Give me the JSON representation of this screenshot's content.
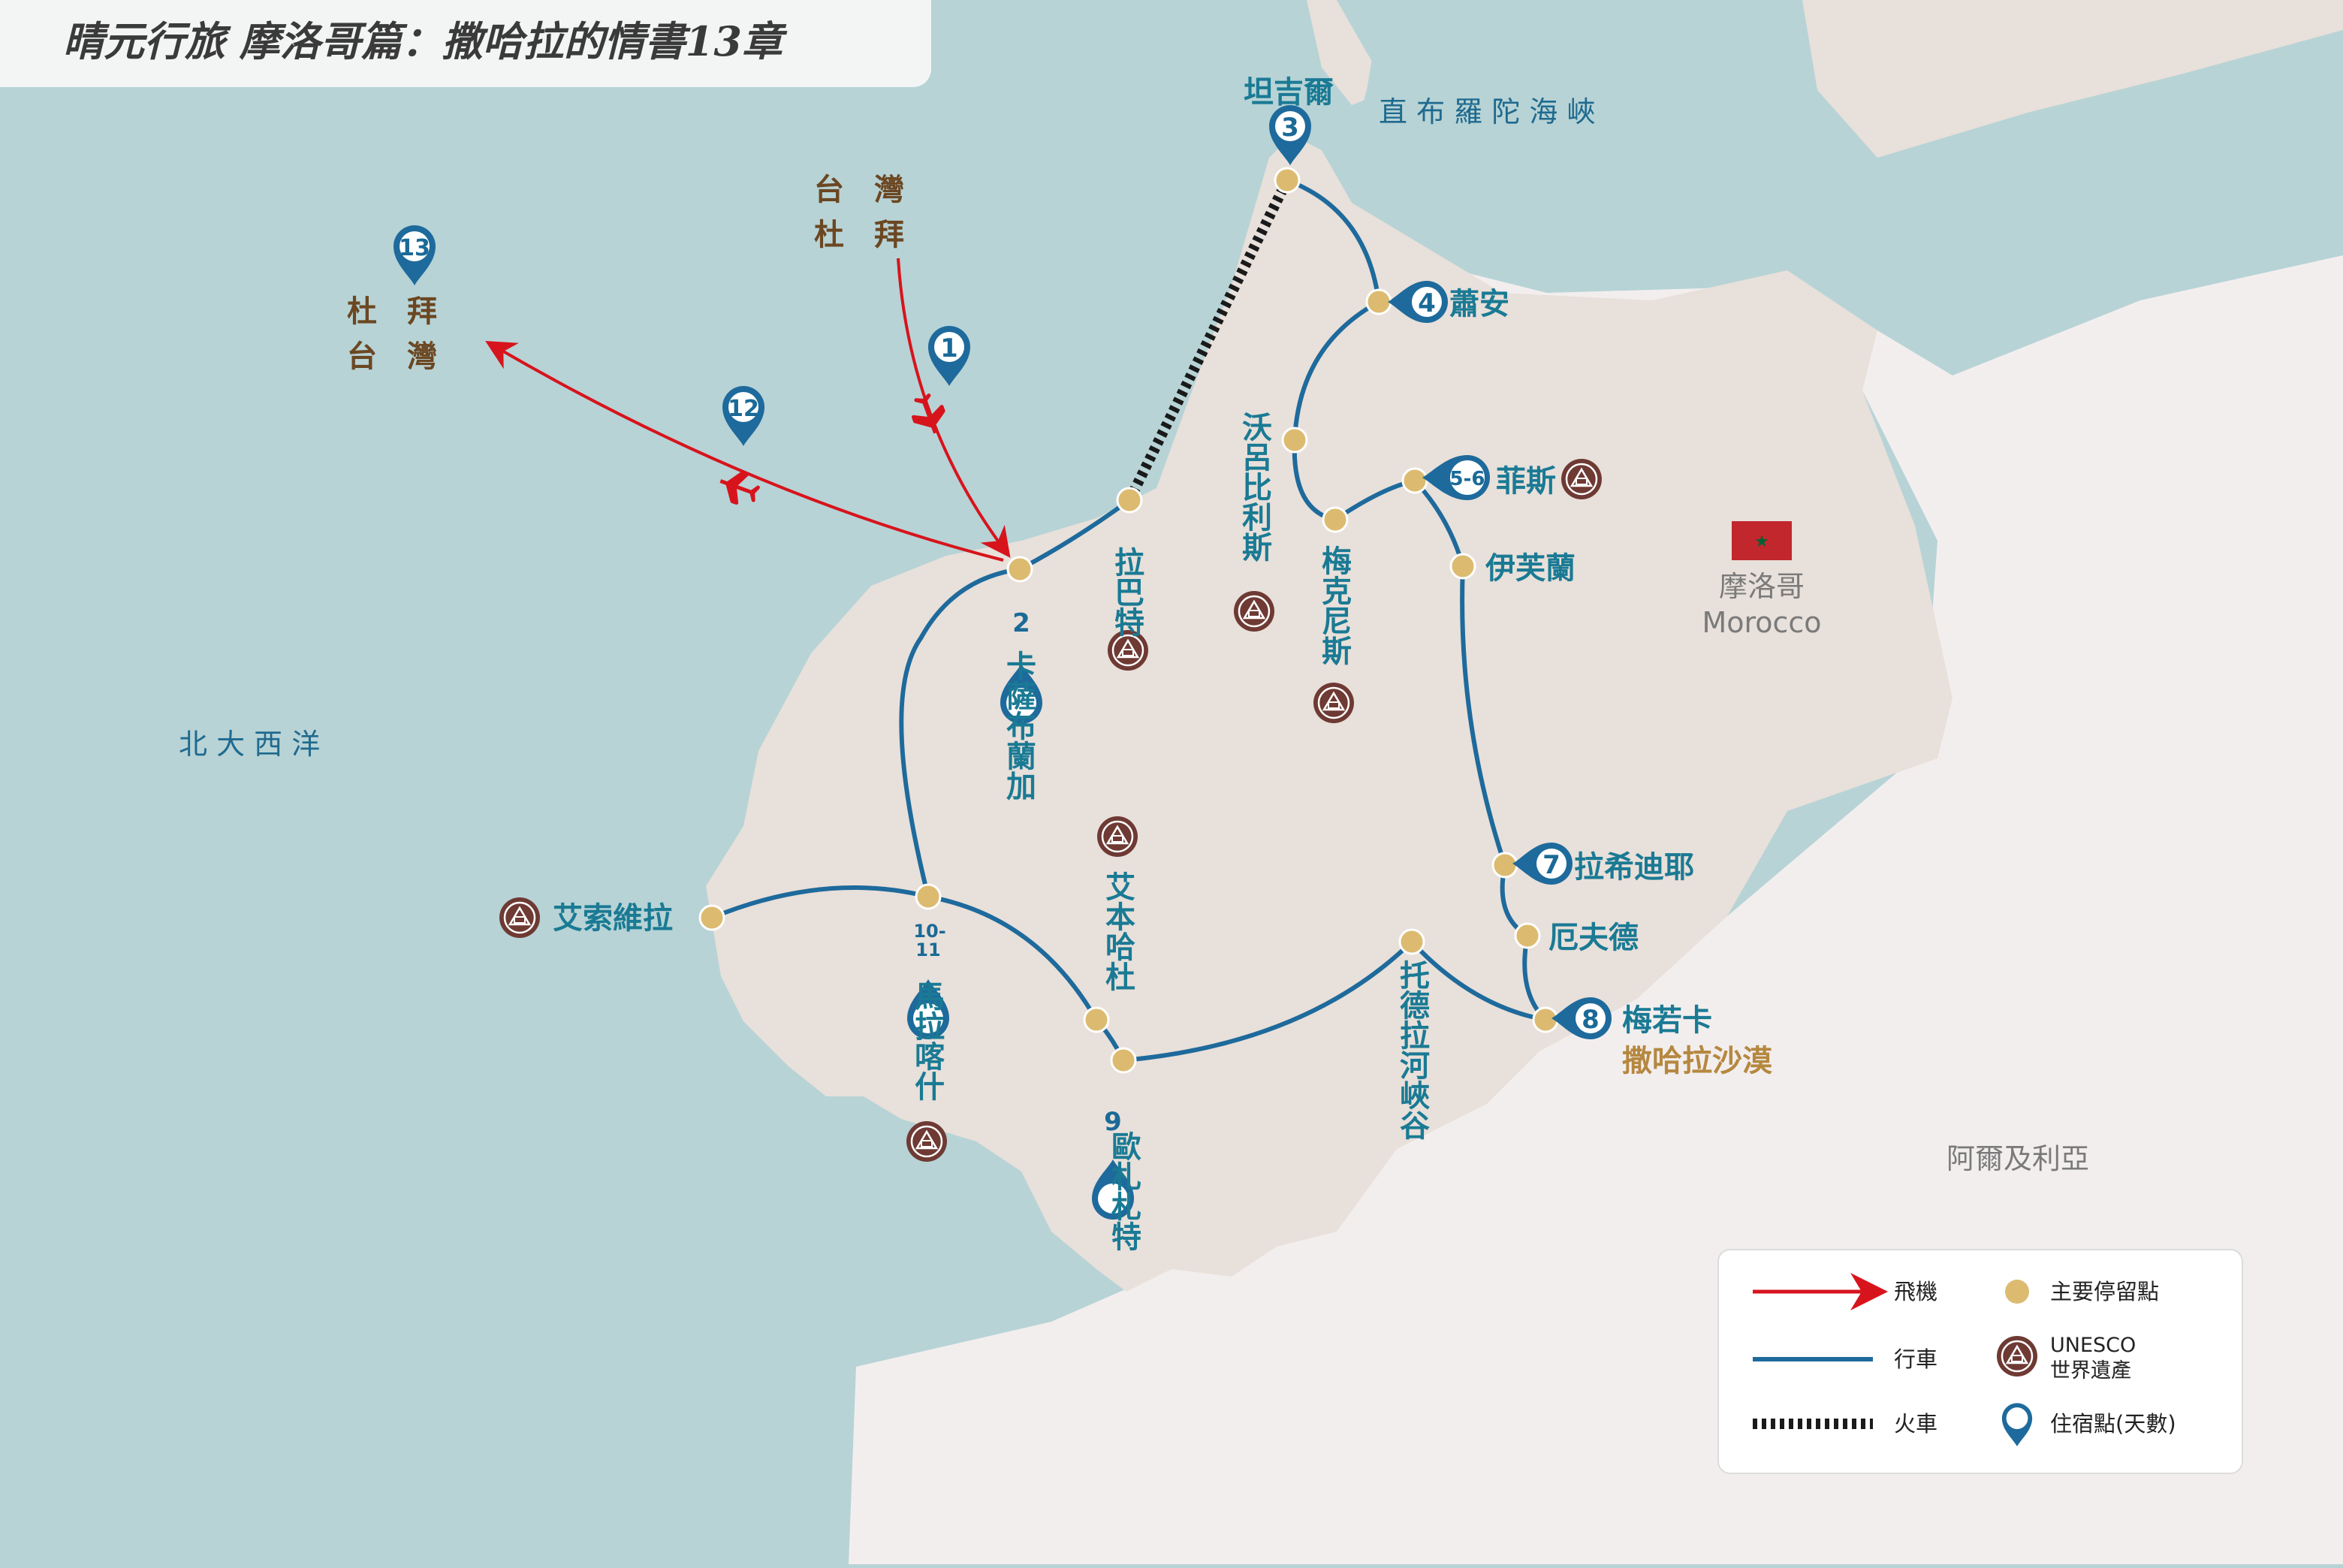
{
  "title": "晴元行旅 摩洛哥篇：撒哈拉的情書13章",
  "colors": {
    "sea": "#b7d3d6",
    "land": "#e8e0da",
    "neighbor": "#f3eeee",
    "route": "#1e6a9c",
    "flight": "#d7141c",
    "stop": "#dcbb70",
    "teal_text": "#1a7a94",
    "brown_text": "#6b4722",
    "flag_red": "#c1272d",
    "flag_green": "#006233"
  },
  "seas": {
    "strait": "直 布 羅 陀 海 峽",
    "atlantic": "北 大 西 洋"
  },
  "country": {
    "name_zh": "摩洛哥",
    "name_en": "Morocco"
  },
  "neighbor": "阿爾及利亞",
  "cities": {
    "tangier": "坦吉爾",
    "chefchaouen": "蕭安",
    "volubilis": "沃呂比利斯",
    "fes": "菲斯",
    "meknes": "梅克尼斯",
    "ifrane": "伊芙蘭",
    "rabat": "拉巴特",
    "casablanca": "卡薩布蘭加",
    "rissani": "拉希迪耶",
    "erfoud": "厄夫德",
    "merzouga": "梅若卡",
    "sahara": "撒哈拉沙漠",
    "todra": "托德拉河峽谷",
    "ait_benhaddou": "艾本哈杜",
    "ouarzazate": "歐札札特",
    "marrakech": "馬拉喀什",
    "essaouira": "艾索維拉"
  },
  "flight_labels": {
    "outbound_from": "台　灣",
    "outbound_to": "杜　拜",
    "return_from": "杜　拜",
    "return_to": "台　灣"
  },
  "pins": {
    "p1": "1",
    "p2": "2",
    "p3": "3",
    "p4": "4",
    "p56": "5-6",
    "p7": "7",
    "p8": "8",
    "p9": "9",
    "p1011a": "10-",
    "p1011b": "11",
    "p12": "12",
    "p13": "13"
  },
  "legend": {
    "flight": "飛機",
    "drive": "行車",
    "train": "火車",
    "stop": "主要停留點",
    "unesco_line1": "UNESCO",
    "unesco_line2": "世界遺產",
    "stay": "住宿點(天數)"
  },
  "icons": {
    "pin": "location-pin-icon",
    "unesco": "unesco-heritage-icon",
    "airplane": "airplane-icon",
    "flag": "morocco-flag-icon"
  }
}
